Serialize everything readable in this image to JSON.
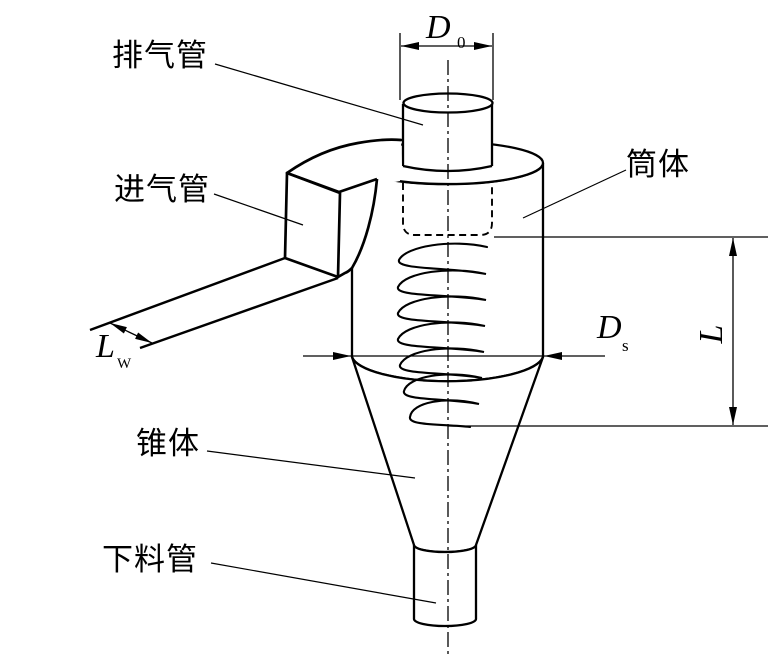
{
  "figure": {
    "background": "#ffffff",
    "line_color": "#000000"
  },
  "part_labels": {
    "exhaust_pipe": "排气管",
    "inlet_pipe": "进气管",
    "cylinder_body": "筒体",
    "cone": "锥体",
    "discharge_pipe": "下料管"
  },
  "dimension_labels": {
    "outlet_diameter_symbol": "D",
    "outlet_diameter_sub": "0",
    "cylinder_diameter_symbol": "D",
    "cylinder_diameter_sub": "s",
    "cylinder_length_symbol": "L",
    "inlet_width_symbol": "L",
    "inlet_width_sub": "W"
  }
}
